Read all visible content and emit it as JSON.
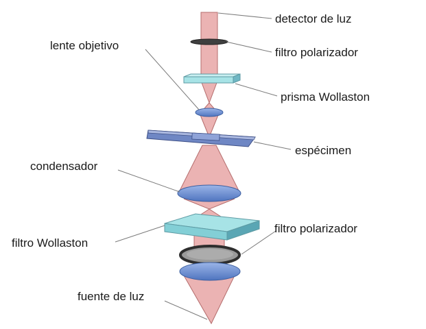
{
  "labels": {
    "detector": "detector de luz",
    "top_polarizer": "filtro polarizador",
    "objective_lens": "lente objetivo",
    "wollaston_prism": "prisma Wollaston",
    "specimen": "espécimen",
    "condenser": "condensador",
    "wollaston_filter": "filtro Wollaston",
    "bottom_polarizer": "filtro polarizador",
    "light_source": "fuente de luz"
  },
  "colors": {
    "beam": "#e8a6a6",
    "lens": "#6f93d6",
    "prism_top": "#a7e3e6",
    "prism_side": "#6fb7c4",
    "polarizer": "#4a4a4a",
    "slide": "#6f87c4"
  }
}
